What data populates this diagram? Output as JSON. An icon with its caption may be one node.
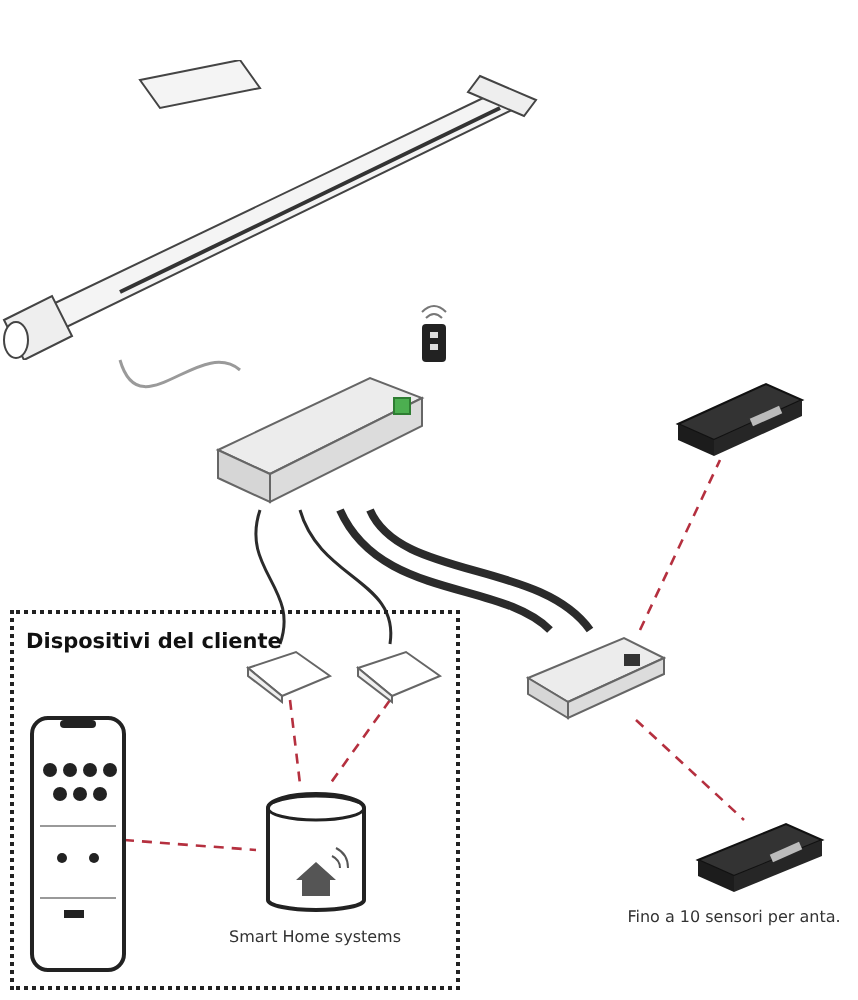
{
  "diagram": {
    "nodes": [
      {
        "text": [],
        "shape": "picture"
      },
      {
        "text": [],
        "shape": "picture"
      },
      {
        "text": [],
        "shape": "picture"
      },
      {
        "text": [],
        "shape": "picture"
      },
      {
        "text": [
          "Dispositivi del cliente"
        ]
      },
      {
        "text": [],
        "shape": "picture",
        "in": 4
      },
      {
        "text": [],
        "shape": "picture",
        "in": 4
      },
      {
        "text": [],
        "shape": "picture"
      },
      {
        "text": [],
        "shape": "picture",
        "in": 4
      },
      {
        "text": [],
        "shape": "picture",
        "in": 4,
        "beside": [
          "Smart Home systems"
        ]
      },
      {
        "text": [],
        "shape": "picture",
        "beside": [
          "Fino a 10 sensori per anta."
        ]
      }
    ],
    "edges": [
      {
        "from": 0,
        "to": 2,
        "arrow": "none",
        "color": "#9a9a9a"
      },
      {
        "from": 2,
        "to": 5,
        "arrow": "none",
        "color": "#2b2b2b"
      },
      {
        "from": 2,
        "to": 6,
        "arrow": "none",
        "color": "#2b2b2b"
      },
      {
        "from": 2,
        "to": 7,
        "arrow": "none",
        "style": "thick",
        "color": "#2b2b2b"
      },
      {
        "from": 2,
        "to": 7,
        "arrow": "none",
        "style": "thick",
        "color": "#2b2b2b"
      },
      {
        "from": 7,
        "to": 3,
        "arrow": "none",
        "style": "dashed",
        "color": "#b5303f"
      },
      {
        "from": 7,
        "to": 10,
        "arrow": "none",
        "style": "dashed",
        "color": "#b5303f"
      },
      {
        "from": 5,
        "to": 9,
        "arrow": "none",
        "style": "dashed",
        "color": "#b5303f"
      },
      {
        "from": 6,
        "to": 9,
        "arrow": "none",
        "style": "dashed",
        "color": "#b5303f"
      },
      {
        "from": 8,
        "to": 9,
        "arrow": "none",
        "style": "dashed",
        "color": "#b5303f"
      }
    ]
  }
}
